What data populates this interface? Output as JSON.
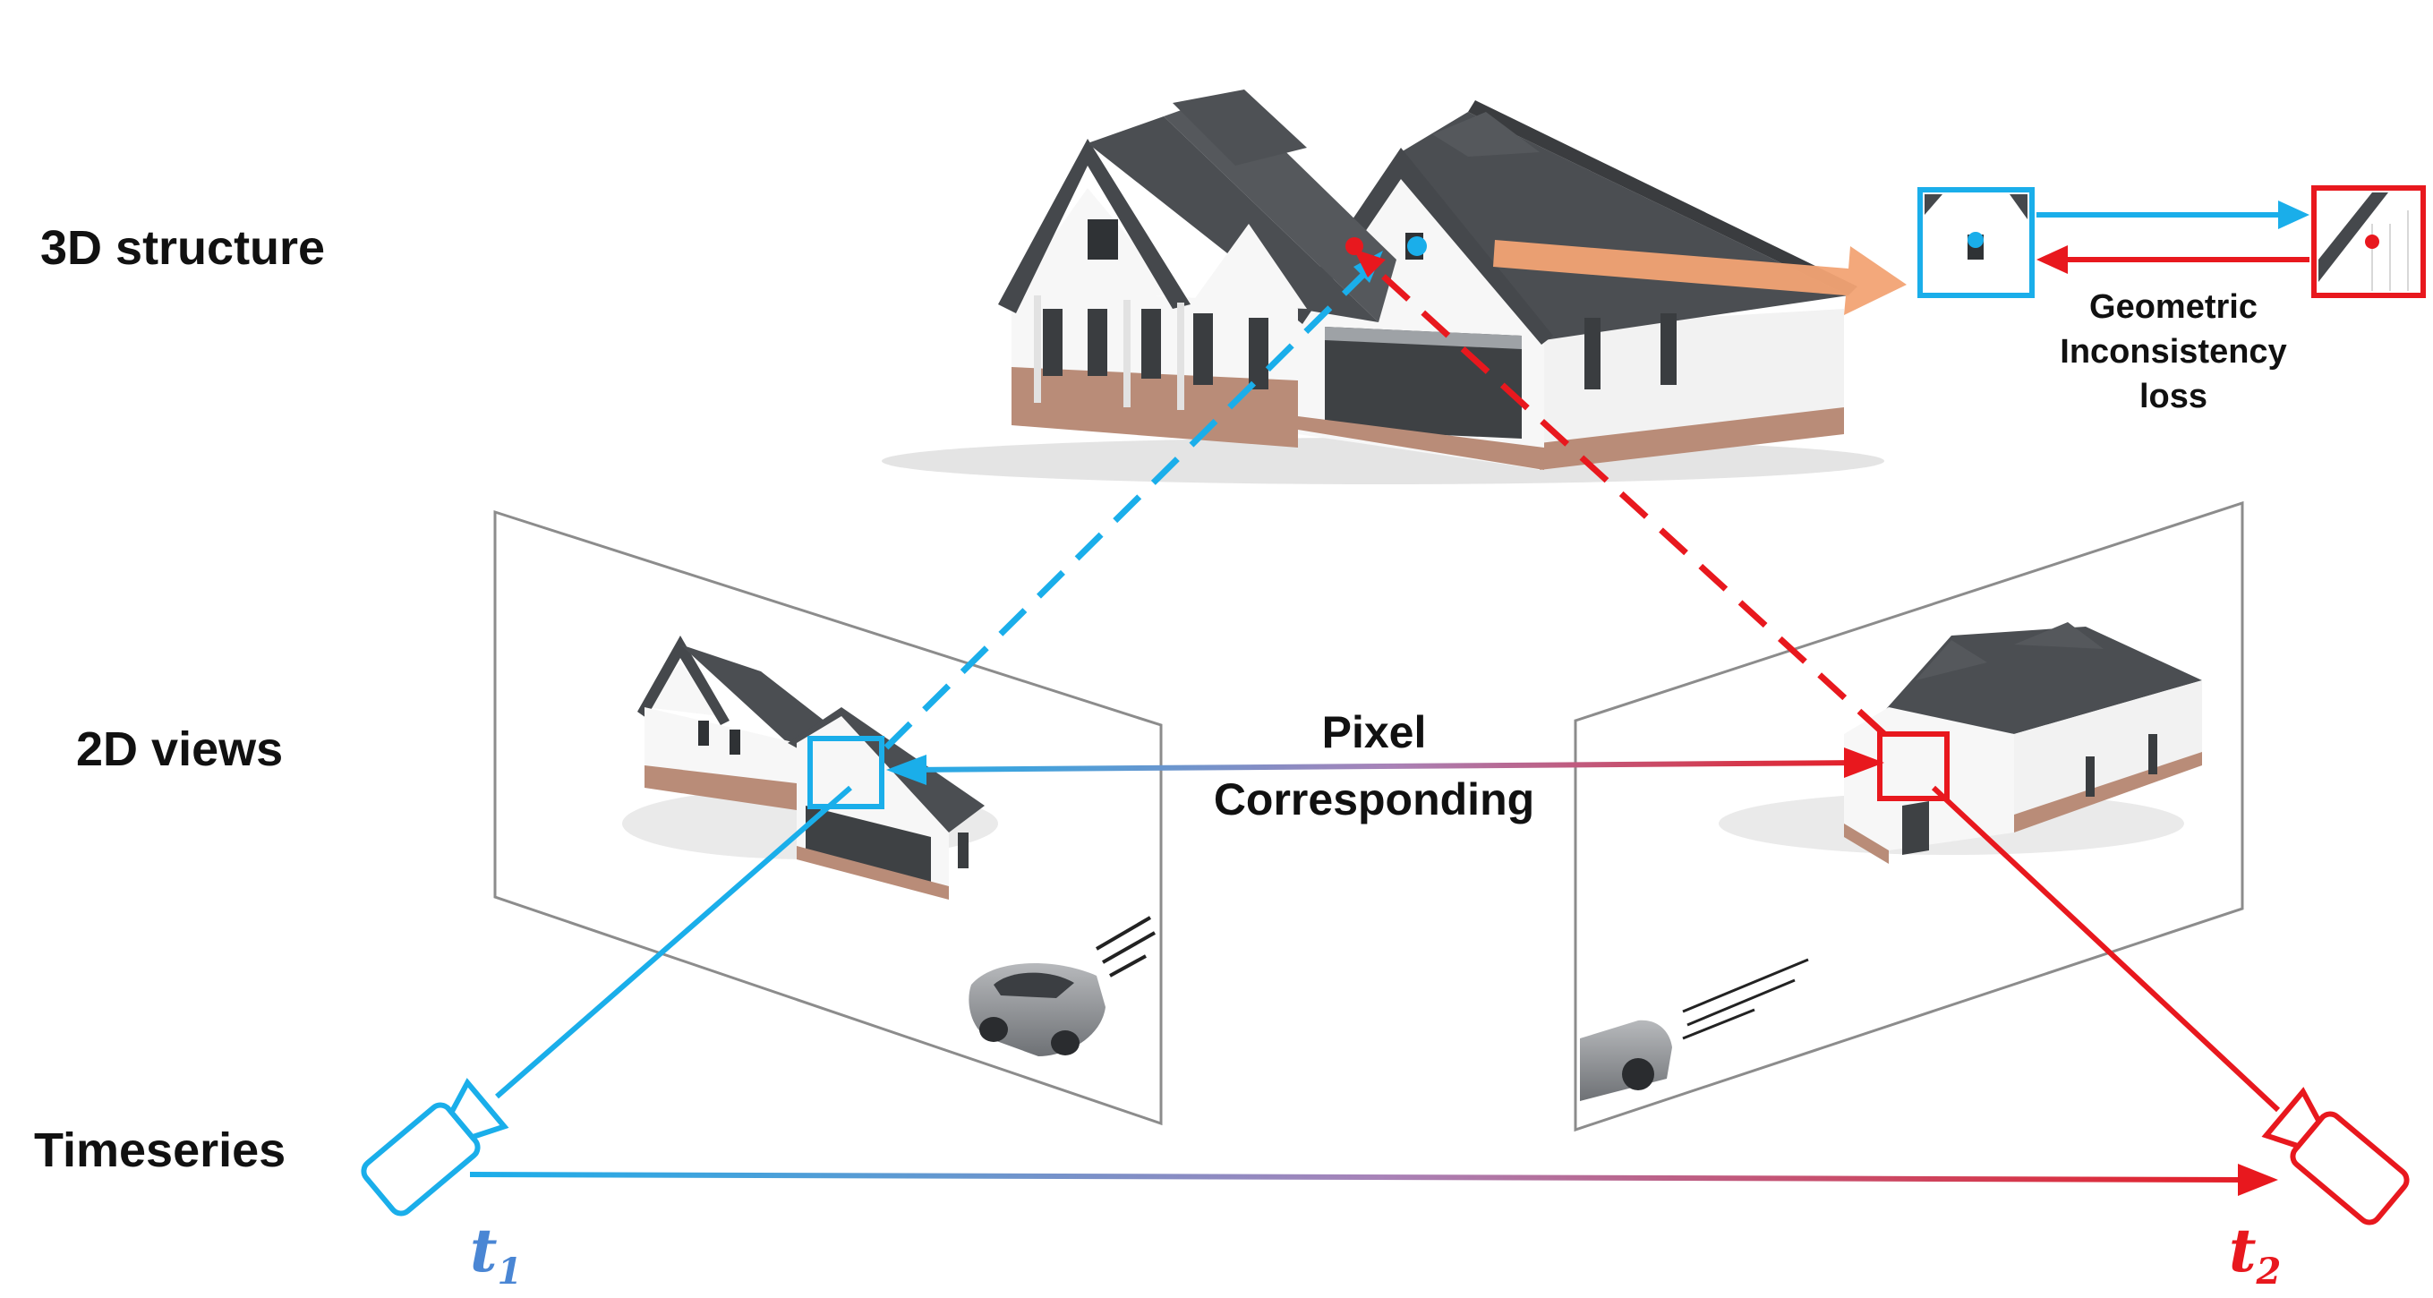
{
  "rows": {
    "structure": "3D structure",
    "views": "2D views",
    "timeseries": "Timeseries"
  },
  "correspondence": {
    "line1": "Pixel",
    "line2": "Corresponding"
  },
  "loss": {
    "line1": "Geometric",
    "line2": "Inconsistency",
    "line3": "loss"
  },
  "times": {
    "t1": {
      "symbol": "t",
      "sub": "1"
    },
    "t2": {
      "symbol": "t",
      "sub": "2"
    }
  },
  "colors": {
    "view1": "#1AAEEA",
    "view2": "#E8181E",
    "project_arrow": "#F2A374",
    "roof": "#4B4E52",
    "wall": "#F7F7F7",
    "brick": "#B98C78",
    "frame": "#8C8C8C"
  }
}
